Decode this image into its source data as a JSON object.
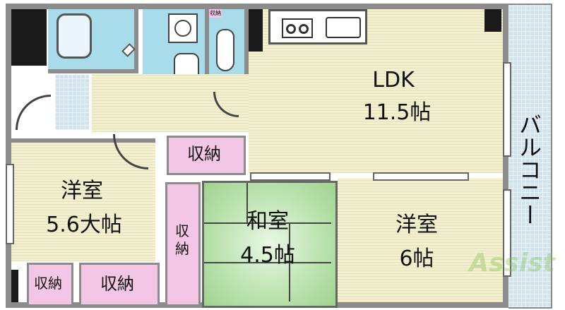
{
  "rooms": {
    "ldk": {
      "name": "LDK",
      "size": "11.5帖"
    },
    "western_left": {
      "name": "洋室",
      "size": "5.6大帖"
    },
    "japanese": {
      "name": "和室",
      "size": "4.5帖"
    },
    "western_right": {
      "name": "洋室",
      "size": "6帖"
    },
    "balcony": {
      "name": "バルコニー"
    }
  },
  "storage": {
    "storage_label": "収納",
    "small_label": "収納",
    "vertical_label": "収\n納"
  },
  "watermark": {
    "text": "Assist"
  },
  "colors": {
    "wood": "#f3f0cf",
    "tile": "#cfe3ee",
    "wet": "#a9dcea",
    "storage": "#f3c6e6",
    "tatami": "#b9e2ad"
  }
}
